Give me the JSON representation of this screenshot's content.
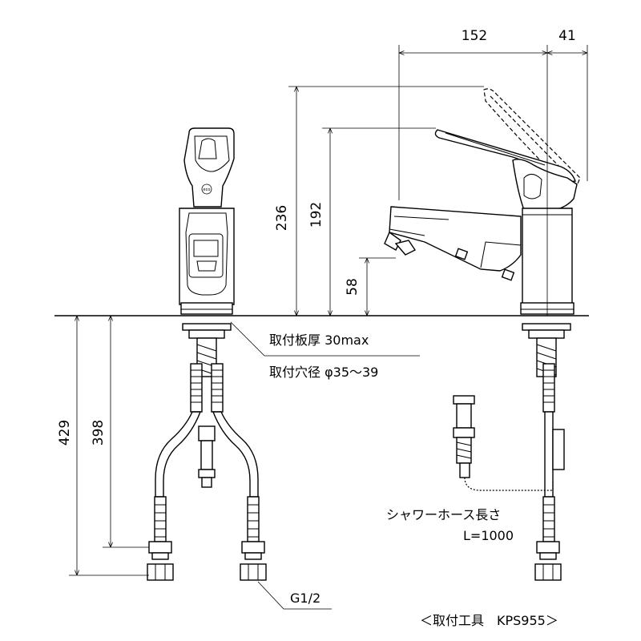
{
  "dimensions": {
    "d152": "152",
    "d41": "41",
    "d236": "236",
    "d192": "192",
    "d58": "58",
    "d429": "429",
    "d398": "398"
  },
  "notes": {
    "plate_thickness": "取付板厚 30max",
    "mount_hole": "取付穴径 φ35～39",
    "hose_length_line1": "シャワーホース長さ",
    "hose_length_line2": "L=1000",
    "thread": "G1/2",
    "mounting_tool": "＜取付工具　KPS955＞"
  },
  "logo": {
    "eco_mark": "eco"
  }
}
